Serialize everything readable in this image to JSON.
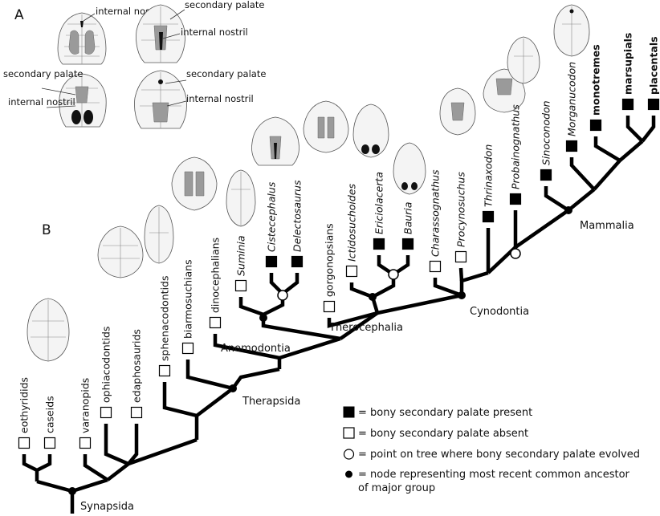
{
  "panels": {
    "a": "A",
    "b": "B"
  },
  "panel_a": {
    "skull1": {
      "label1": "internal nostril"
    },
    "skull2": {
      "label1": "secondary palate",
      "label2": "internal nostril"
    },
    "skull3": {
      "label1": "secondary palate",
      "label2": "internal nostril"
    },
    "skull4": {
      "label1": "secondary palate",
      "label2": "internal nostril"
    }
  },
  "taxa": [
    {
      "key": "eothyridids",
      "name": "eothyridids",
      "italic": false,
      "bold": false,
      "palate": "absent"
    },
    {
      "key": "caseids",
      "name": "caseids",
      "italic": false,
      "bold": false,
      "palate": "absent"
    },
    {
      "key": "varanopids",
      "name": "varanopids",
      "italic": false,
      "bold": false,
      "palate": "absent"
    },
    {
      "key": "ophiacodontids",
      "name": "ophiacodontids",
      "italic": false,
      "bold": false,
      "palate": "absent"
    },
    {
      "key": "edaphosaurids",
      "name": "edaphosaurids",
      "italic": false,
      "bold": false,
      "palate": "absent"
    },
    {
      "key": "sphenacodontids",
      "name": "sphenacodontids",
      "italic": false,
      "bold": false,
      "palate": "absent"
    },
    {
      "key": "biarmosuchians",
      "name": "biarmosuchians",
      "italic": false,
      "bold": false,
      "palate": "absent"
    },
    {
      "key": "dinocephalians",
      "name": "dinocephalians",
      "italic": false,
      "bold": false,
      "palate": "absent"
    },
    {
      "key": "suminia",
      "name": "Suminia",
      "italic": true,
      "bold": false,
      "palate": "absent"
    },
    {
      "key": "cistecephalus",
      "name": "Cistecephalus",
      "italic": true,
      "bold": false,
      "palate": "present"
    },
    {
      "key": "delectosaurus",
      "name": "Delectosaurus",
      "italic": true,
      "bold": false,
      "palate": "present"
    },
    {
      "key": "gorgonopsians",
      "name": "gorgonopsians",
      "italic": false,
      "bold": false,
      "palate": "absent"
    },
    {
      "key": "ictidosuchoides",
      "name": "Ictidosuchoides",
      "italic": true,
      "bold": false,
      "palate": "absent"
    },
    {
      "key": "ericiolacerta",
      "name": "Ericiolacerta",
      "italic": true,
      "bold": false,
      "palate": "present"
    },
    {
      "key": "bauria",
      "name": "Bauria",
      "italic": true,
      "bold": false,
      "palate": "present"
    },
    {
      "key": "charassognathus",
      "name": "Charassognathus",
      "italic": true,
      "bold": false,
      "palate": "absent"
    },
    {
      "key": "procynosuchus",
      "name": "Procynosuchus",
      "italic": true,
      "bold": false,
      "palate": "absent"
    },
    {
      "key": "thrinaxodon",
      "name": "Thrinaxodon",
      "italic": true,
      "bold": false,
      "palate": "present"
    },
    {
      "key": "probainognathus",
      "name": "Probainognathus",
      "italic": true,
      "bold": false,
      "palate": "present"
    },
    {
      "key": "sinoconodon",
      "name": "Sinoconodon",
      "italic": true,
      "bold": false,
      "palate": "present"
    },
    {
      "key": "morganucodon",
      "name": "Morganucodon",
      "italic": true,
      "bold": false,
      "palate": "present"
    },
    {
      "key": "monotremes",
      "name": "monotremes",
      "italic": false,
      "bold": true,
      "palate": "present"
    },
    {
      "key": "marsupials",
      "name": "marsupials",
      "italic": false,
      "bold": true,
      "palate": "present"
    },
    {
      "key": "placentals",
      "name": "placentals",
      "italic": false,
      "bold": true,
      "palate": "present"
    }
  ],
  "clades": [
    {
      "key": "synapsida",
      "name": "Synapsida"
    },
    {
      "key": "therapsida",
      "name": "Therapsida"
    },
    {
      "key": "anomodontia",
      "name": "Anomodontia"
    },
    {
      "key": "therocephalia",
      "name": "Therocephalia"
    },
    {
      "key": "cynodontia",
      "name": "Cynodontia"
    },
    {
      "key": "mammalia",
      "name": "Mammalia"
    }
  ],
  "legend": {
    "present": "= bony secondary palate present",
    "absent": "= bony secondary palate absent",
    "evolved": "= point on tree where bony secondary palate evolved",
    "node_line1": "= node representing most recent common ancestor",
    "node_line2": "of major group"
  },
  "colors": {
    "present": "#000000",
    "absent": "#ffffff",
    "branch": "#000000"
  }
}
